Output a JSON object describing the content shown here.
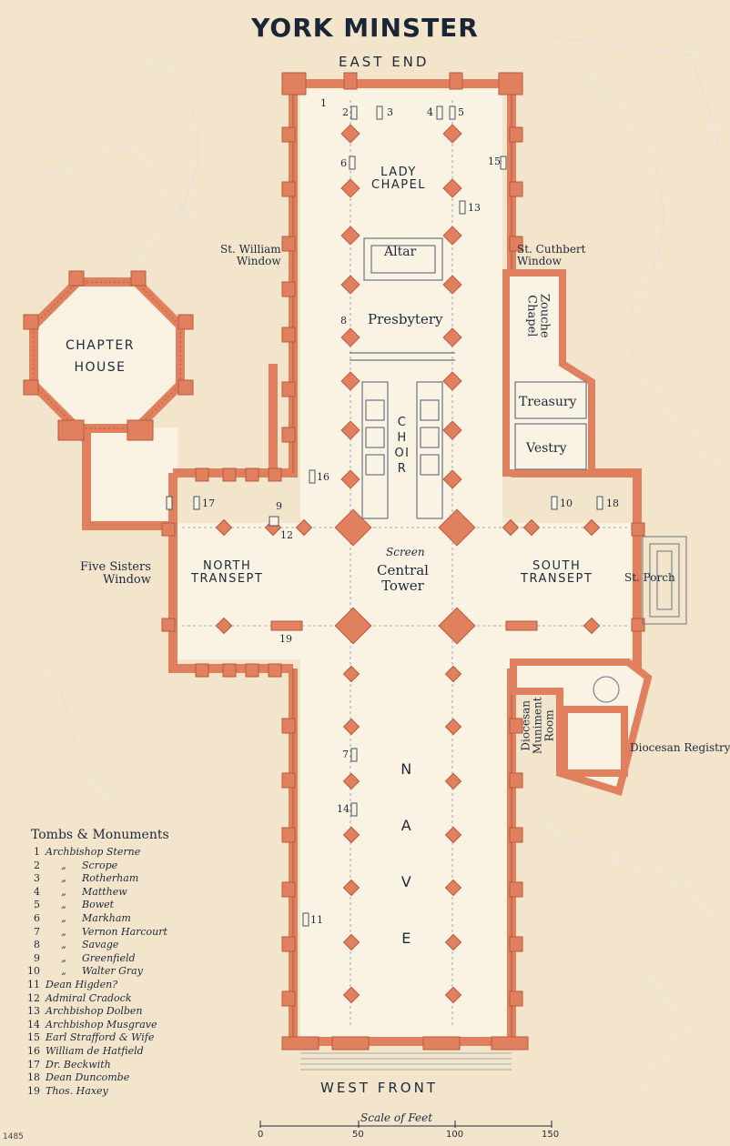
{
  "title": "YORK MINSTER",
  "orientation": {
    "top": "EAST END",
    "bottom": "WEST FRONT"
  },
  "rooms": {
    "lady_chapel": "LADY\nCHAPEL",
    "altar": "Altar",
    "presbytery": "Presbytery",
    "choir": "CHOIR",
    "screen": "Screen",
    "central_tower": "Central\nTower",
    "north_transept": "NORTH\nTRANSEPT",
    "south_transept": "SOUTH\nTRANSEPT",
    "nave": "N A V E",
    "chapter_house": "CHAPTER\nHOUSE",
    "zouche_chapel": "Zouche\nChapel",
    "treasury": "Treasury",
    "vestry": "Vestry",
    "diocesan_muniment_room": "Diocesan\nMuniment\nRoom",
    "diocesan_registry": "Diocesan Registry",
    "st_porch": "St. Porch"
  },
  "windows": {
    "st_william": "St. William\nWindow",
    "st_cuthbert": "St. Cuthbert\nWindow",
    "five_sisters": "Five Sisters\nWindow"
  },
  "tomb_markers": [
    "1",
    "2",
    "3",
    "4",
    "5",
    "6",
    "8",
    "13",
    "15",
    "16",
    "17",
    "9",
    "12",
    "10",
    "18",
    "19",
    "7",
    "14",
    "11"
  ],
  "legend": {
    "title": "Tombs & Monuments",
    "ditto": "„",
    "items": [
      {
        "n": "1",
        "text": "Archbishop Sterne"
      },
      {
        "n": "2",
        "text": "Scrope",
        "ditto": true
      },
      {
        "n": "3",
        "text": "Rotherham",
        "ditto": true
      },
      {
        "n": "4",
        "text": "Matthew",
        "ditto": true
      },
      {
        "n": "5",
        "text": "Bowet",
        "ditto": true
      },
      {
        "n": "6",
        "text": "Markham",
        "ditto": true
      },
      {
        "n": "7",
        "text": "Vernon Harcourt",
        "ditto": true
      },
      {
        "n": "8",
        "text": "Savage",
        "ditto": true
      },
      {
        "n": "9",
        "text": "Greenfield",
        "ditto": true
      },
      {
        "n": "10",
        "text": "Walter Gray",
        "ditto": true
      },
      {
        "n": "11",
        "text": "Dean Higden?"
      },
      {
        "n": "12",
        "text": "Admiral Cradock"
      },
      {
        "n": "13",
        "text": "Archbishop Dolben"
      },
      {
        "n": "14",
        "text": "Archbishop Musgrave"
      },
      {
        "n": "15",
        "text": "Earl Strafford & Wife"
      },
      {
        "n": "16",
        "text": "William de Hatfield"
      },
      {
        "n": "17",
        "text": "Dr. Beckwith"
      },
      {
        "n": "18",
        "text": "Dean Duncombe"
      },
      {
        "n": "19",
        "text": "Thos. Haxey"
      }
    ]
  },
  "scale": {
    "title": "Scale of Feet",
    "ticks": [
      "0",
      "50",
      "100",
      "150"
    ]
  },
  "plate_number": "1485",
  "colors": {
    "paper": "#f3e4cc",
    "wall": "#e0805e",
    "wall_dark": "#b85a3c",
    "ink": "#1d2a3a",
    "floor": "#faf2e2"
  }
}
